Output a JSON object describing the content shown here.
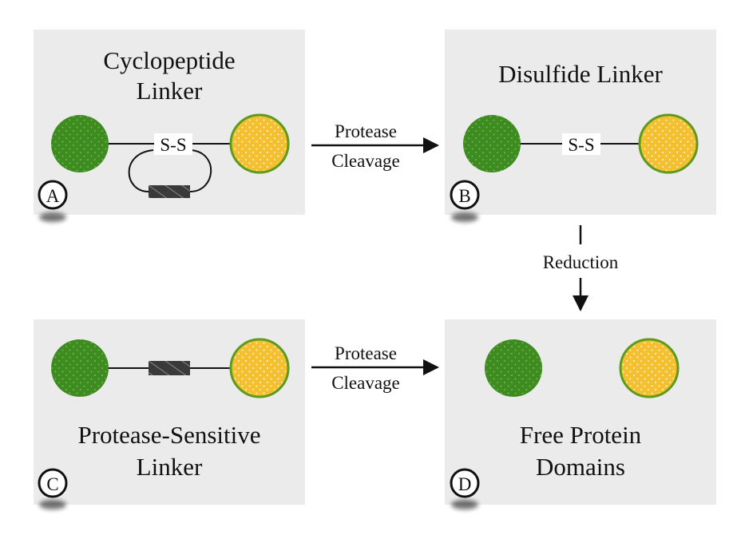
{
  "colors": {
    "panel_bg": "#ebebeb",
    "green_domain": "#3e8b1f",
    "yellow_domain": "#f5c030",
    "yellow_border": "#5e9a1c",
    "linker_block": "#3a3a3a",
    "line": "#111111"
  },
  "panels": {
    "a": {
      "title_line1": "Cyclopeptide",
      "title_line2": "Linker",
      "bond": "S-S",
      "badge": "A"
    },
    "b": {
      "title": "Disulfide Linker",
      "bond": "S-S",
      "badge": "B"
    },
    "c": {
      "title_line1": "Protease-Sensitive",
      "title_line2": "Linker",
      "badge": "C"
    },
    "d": {
      "title_line1": "Free Protein",
      "title_line2": "Domains",
      "badge": "D"
    }
  },
  "arrows": {
    "a_to_b": {
      "line1": "Protease",
      "line2": "Cleavage"
    },
    "b_to_d": {
      "label": "Reduction"
    },
    "c_to_d": {
      "line1": "Protease",
      "line2": "Cleavage"
    }
  }
}
